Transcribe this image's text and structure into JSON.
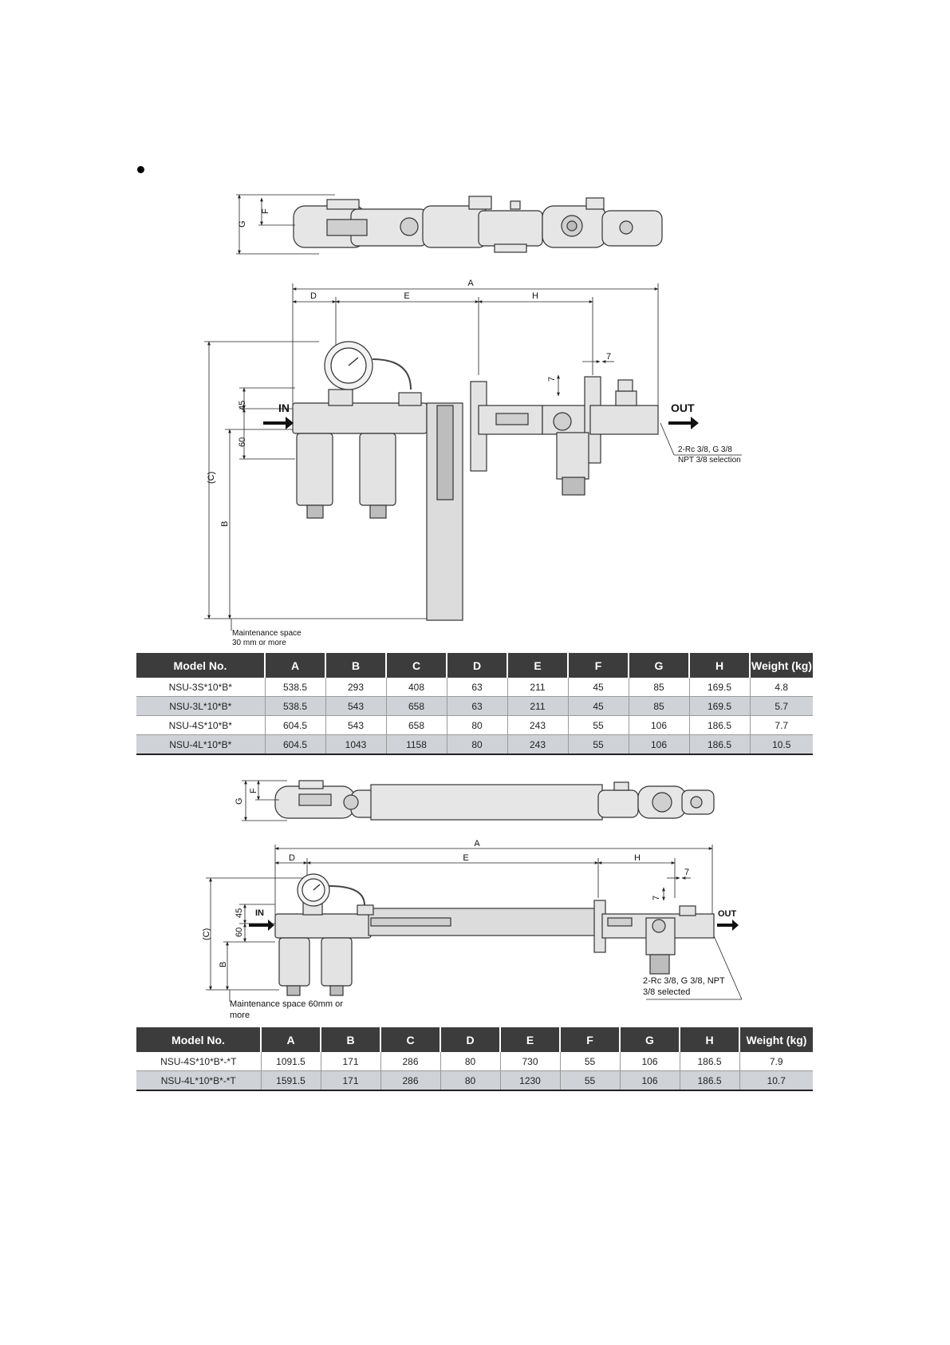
{
  "drawing1": {
    "dim_labels": {
      "A": "A",
      "B": "B",
      "C": "(C)",
      "D": "D",
      "E": "E",
      "F": "F",
      "G": "G",
      "H": "H",
      "d45": "45",
      "d60": "60",
      "d7a": "7",
      "d7b": "7"
    },
    "in_label": "IN",
    "out_label": "OUT",
    "port_note_1": "2-Rc 3/8, G 3/8",
    "port_note_2": "NPT 3/8 selection",
    "maintenance_1": "Maintenance space",
    "maintenance_2": "30 mm or more"
  },
  "table1": {
    "headers": [
      "Model No.",
      "A",
      "B",
      "C",
      "D",
      "E",
      "F",
      "G",
      "H",
      "Weight (kg)"
    ],
    "rows": [
      [
        "NSU-3S*10*B*",
        "538.5",
        "293",
        "408",
        "63",
        "211",
        "45",
        "85",
        "169.5",
        "4.8"
      ],
      [
        "NSU-3L*10*B*",
        "538.5",
        "543",
        "658",
        "63",
        "211",
        "45",
        "85",
        "169.5",
        "5.7"
      ],
      [
        "NSU-4S*10*B*",
        "604.5",
        "543",
        "658",
        "80",
        "243",
        "55",
        "106",
        "186.5",
        "7.7"
      ],
      [
        "NSU-4L*10*B*",
        "604.5",
        "1043",
        "1158",
        "80",
        "243",
        "55",
        "106",
        "186.5",
        "10.5"
      ]
    ]
  },
  "drawing2": {
    "dim_labels": {
      "A": "A",
      "B": "B",
      "C": "(C)",
      "D": "D",
      "E": "E",
      "F": "F",
      "G": "G",
      "H": "H",
      "d45": "45",
      "d60": "60",
      "d7a": "7",
      "d7b": "7"
    },
    "in_label": "IN",
    "out_label": "OUT",
    "port_note_1": "2-Rc 3/8, G 3/8, NPT",
    "port_note_2": "3/8 selected",
    "maintenance_1": "Maintenance space 60mm or",
    "maintenance_2": "more"
  },
  "table2": {
    "headers": [
      "Model No.",
      "A",
      "B",
      "C",
      "D",
      "E",
      "F",
      "G",
      "H",
      "Weight (kg)"
    ],
    "rows": [
      [
        "NSU-4S*10*B*-*T",
        "1091.5",
        "171",
        "286",
        "80",
        "730",
        "55",
        "106",
        "186.5",
        "7.9"
      ],
      [
        "NSU-4L*10*B*-*T",
        "1591.5",
        "171",
        "286",
        "80",
        "1230",
        "55",
        "106",
        "186.5",
        "10.7"
      ]
    ]
  }
}
